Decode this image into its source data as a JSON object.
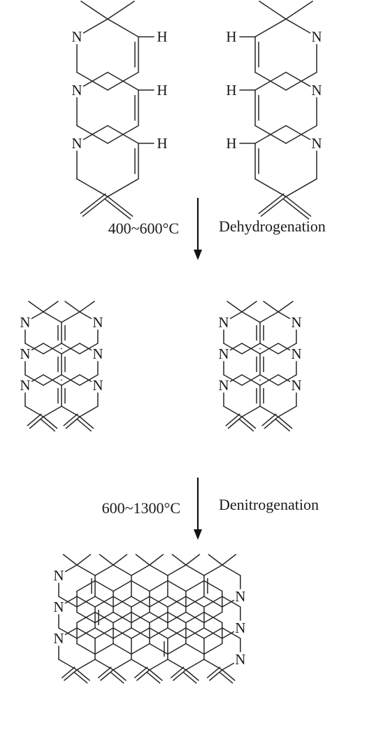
{
  "atoms": {
    "nitrogen": "N",
    "hydrogen": "H"
  },
  "steps": [
    {
      "temperature": "400~600°C",
      "process": "Dehydrogenation"
    },
    {
      "temperature": "600~1300°C",
      "process": "Denitrogenation"
    }
  ],
  "colors": {
    "ink": "#1a1a1a",
    "background": "#ffffff"
  }
}
